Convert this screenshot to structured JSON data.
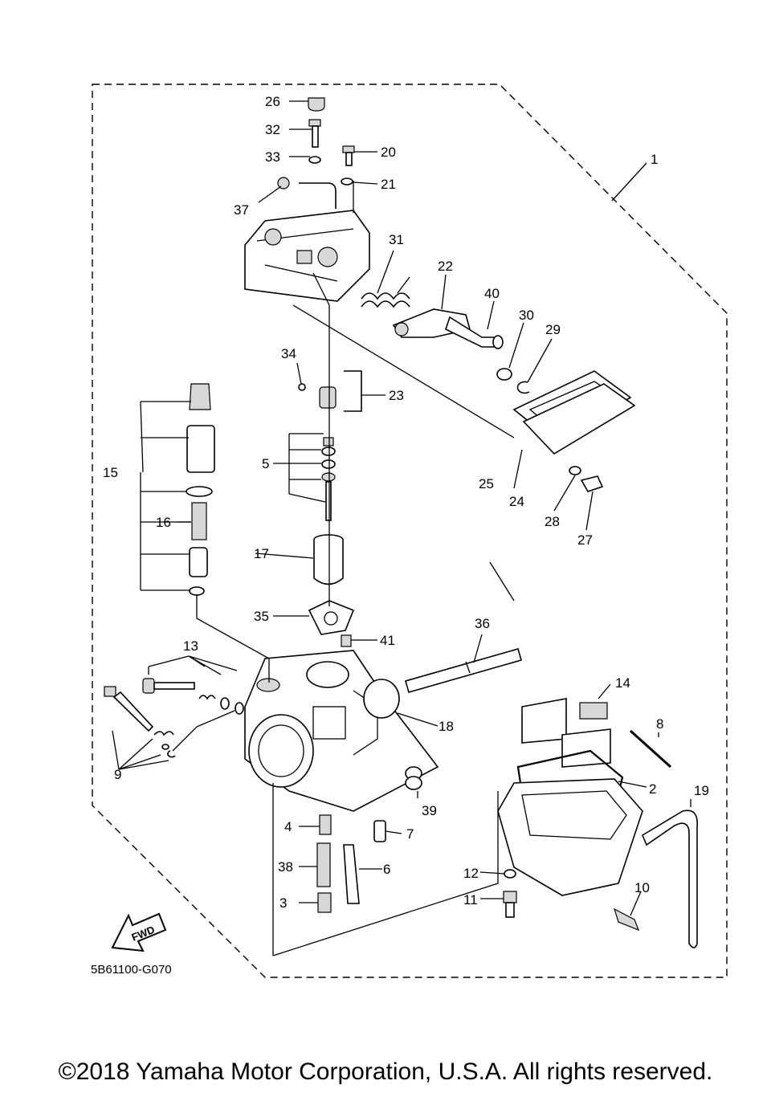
{
  "diagram": {
    "part_code": "5B61100-G070",
    "fwd_label": "FWD",
    "callouts": [
      "1",
      "2",
      "3",
      "4",
      "5",
      "6",
      "7",
      "8",
      "9",
      "10",
      "11",
      "12",
      "13",
      "14",
      "15",
      "16",
      "17",
      "18",
      "19",
      "20",
      "21",
      "22",
      "23",
      "24",
      "25",
      "26",
      "27",
      "28",
      "29",
      "30",
      "31",
      "32",
      "33",
      "34",
      "35",
      "36",
      "37",
      "38",
      "39",
      "40",
      "41"
    ]
  },
  "footer": {
    "copyright": "©2018 Yamaha Motor Corporation, U.S.A. All rights reserved."
  }
}
